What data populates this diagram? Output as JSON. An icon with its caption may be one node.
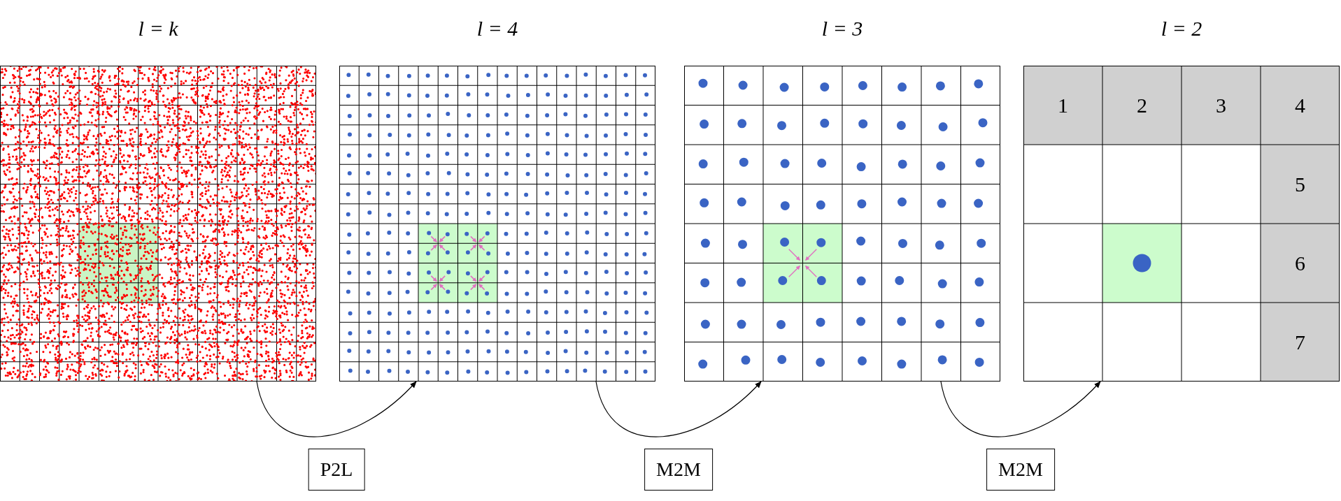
{
  "diagram": {
    "nodes": [
      {
        "text": [],
        "shape": "box",
        "beside": [
          "l = k"
        ]
      },
      {
        "text": [],
        "shape": "box",
        "beside": [
          "l = 4"
        ]
      },
      {
        "text": [],
        "shape": "box",
        "beside": [
          "l = 3"
        ]
      },
      {
        "text": [],
        "shape": "box",
        "beside": [
          "l = 2"
        ]
      }
    ],
    "edges": [
      {
        "from": 0,
        "to": 1,
        "arrow": "to",
        "label": "P2L"
      },
      {
        "from": 1,
        "to": 2,
        "arrow": "to",
        "label": "M2M"
      },
      {
        "from": 2,
        "to": 3,
        "arrow": "to",
        "label": "M2M"
      }
    ],
    "labels": [
      "1",
      "2",
      "3",
      "4",
      "5",
      "6",
      "7"
    ]
  }
}
